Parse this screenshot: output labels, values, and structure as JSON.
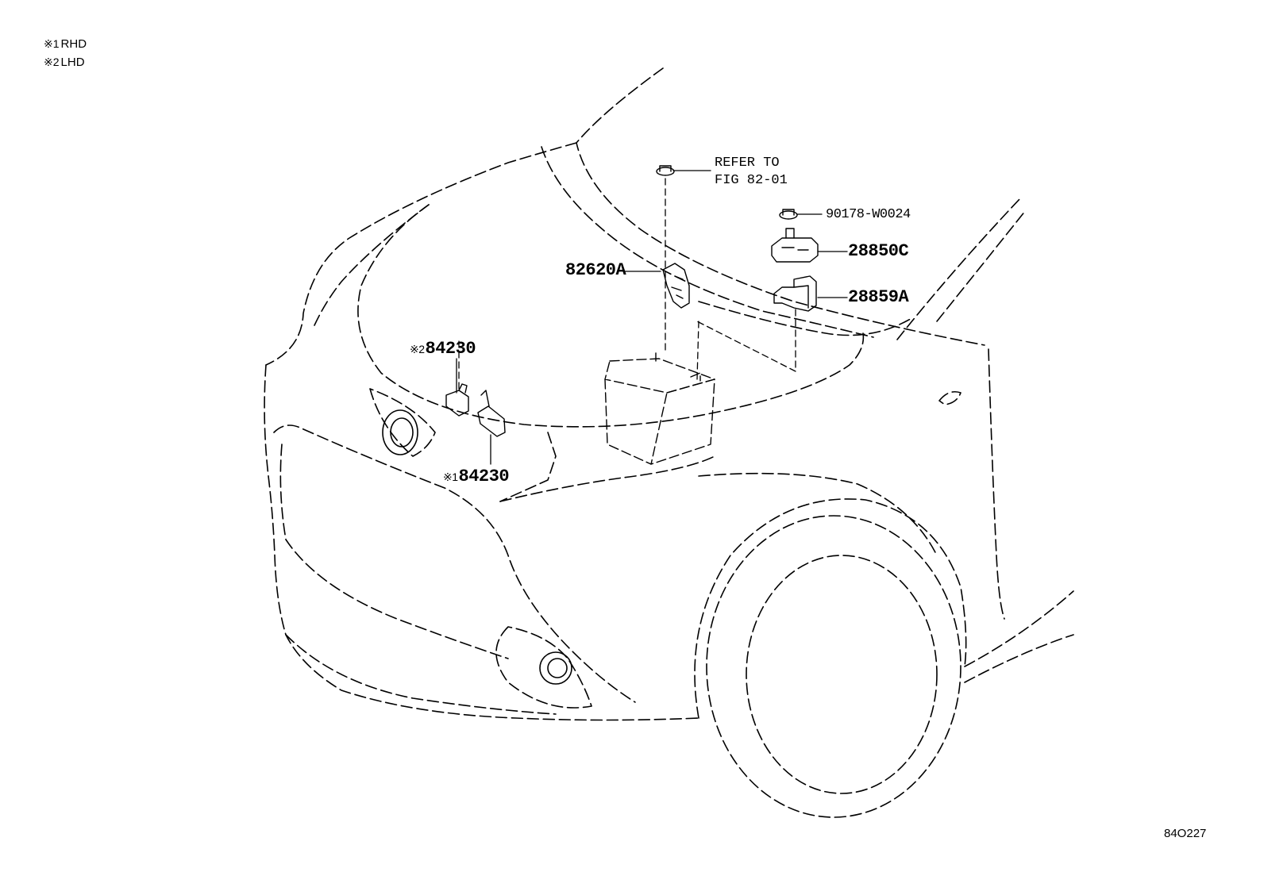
{
  "legend": [
    {
      "mark": "※1",
      "text": "RHD"
    },
    {
      "mark": "※2",
      "text": "LHD"
    }
  ],
  "callouts": {
    "refer_line1": "REFER TO",
    "refer_line2": "FIG 82-01",
    "bolt": "90178-W0024",
    "sensor": "28850C",
    "bracket": "28859A",
    "wire": "82620A",
    "horn_lhd_mark": "※2",
    "horn_lhd": "84230",
    "horn_rhd_mark": "※1",
    "horn_rhd": "84230"
  },
  "figure_number": "84O227"
}
